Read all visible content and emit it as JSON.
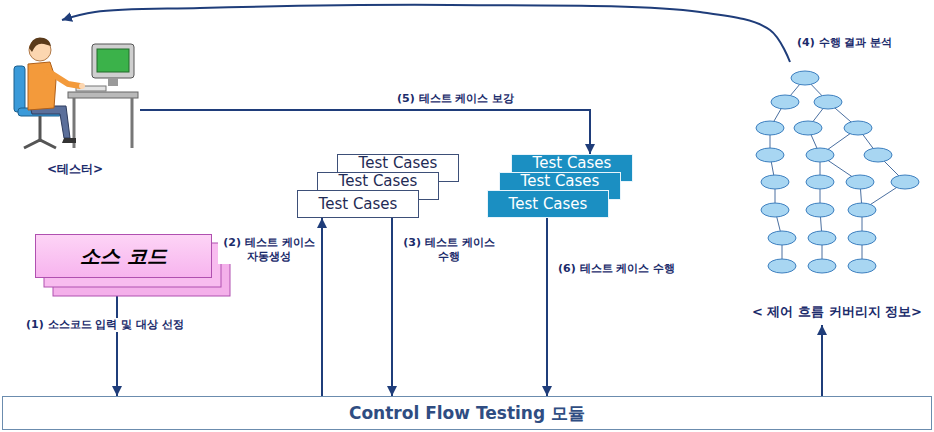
{
  "diagram": {
    "nodes": [
      {
        "text": [
          "<테스터>"
        ]
      },
      {
        "text": [
          "소스 코드"
        ]
      },
      {
        "text": [
          "Test Cases"
        ]
      },
      {
        "text": [
          "Test Cases"
        ]
      },
      {
        "text": [
          "Test Cases"
        ]
      },
      {
        "text": [
          "Test Cases"
        ]
      },
      {
        "text": [
          "Test Cases"
        ]
      },
      {
        "text": [
          "Test Cases"
        ]
      },
      {
        "text": [
          "< 제어 흐름 커버리지 정보>"
        ]
      },
      {
        "text": [
          "Control Flow Testing 모듈"
        ]
      }
    ],
    "edges": [
      {
        "from": 1,
        "to": 9,
        "label": "(1) 소스코드 입력 및 대상 선정",
        "arrow": "to"
      },
      {
        "from": 9,
        "to": 4,
        "label": "(2) 테스트 케이스 자동생성",
        "arrow": "to"
      },
      {
        "from": 4,
        "to": 9,
        "label": "(3) 테스트 케이스 수행",
        "arrow": "to"
      },
      {
        "from": 8,
        "to": 0,
        "label": "(4) 수행 결과 분석",
        "arrow": "to"
      },
      {
        "from": 0,
        "to": 5,
        "label": "(5) 테스트 케이스 보강",
        "arrow": "to"
      },
      {
        "from": 7,
        "to": 9,
        "label": "(6) 테스트 케이스 수행",
        "arrow": "to"
      },
      {
        "from": 9,
        "to": 8,
        "arrow": "to"
      }
    ]
  }
}
